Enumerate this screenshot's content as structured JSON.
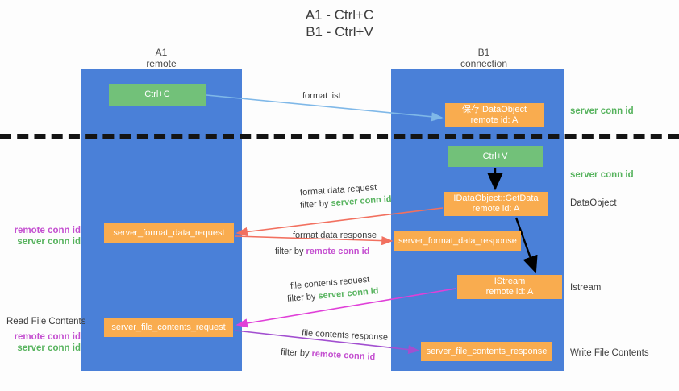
{
  "title": "A1 - Ctrl+C\nB1 - Ctrl+V",
  "columns": {
    "left": {
      "header": "A1\nremote"
    },
    "right": {
      "header": "B1\nconnection"
    }
  },
  "colors": {
    "lane": "#4a80d8",
    "green_box": "#72c179",
    "orange_box": "#f9ac4f",
    "server_conn_id": "#57b35e",
    "remote_conn_id": "#c44fd0",
    "separator": "#141414",
    "arrow_blue": "#7fb8e8",
    "arrow_red": "#f2705f",
    "arrow_magenta": "#e040d8",
    "arrow_purple": "#a24fd0",
    "arrow_black": "#000000"
  },
  "boxes": {
    "ctrl_c": "Ctrl+C",
    "idataobject": "保存IDataObject\nremote id: A",
    "ctrl_v": "Ctrl+V",
    "getdata": "IDataObject::GetData\nremote id: A",
    "server_format_data_request": "server_format_data_request",
    "server_format_data_response": "server_format_data_response",
    "istream": "IStream\nremote id: A",
    "server_file_contents_request": "server_file_contents_request",
    "server_file_contents_response": "server_file_contents_response"
  },
  "side_labels": {
    "server_conn_id_top": "server conn id",
    "server_conn_id_mid": "server conn id",
    "dataobject": "DataObject",
    "istream": "Istream",
    "write_file_contents": "Write File Contents"
  },
  "left_labels": {
    "remote_conn_id": "remote conn id",
    "server_conn_id": "server conn id",
    "read_file_contents": "Read File Contents"
  },
  "flow_labels": {
    "format_list": "format list",
    "format_data_request": "format data request",
    "format_data_request_filter_prefix": "filter by ",
    "format_data_request_filter_value": "server conn id",
    "format_data_response": "format data response",
    "format_data_response_filter_prefix": "filter by ",
    "format_data_response_filter_value": "remote conn id",
    "file_contents_request": "file contents request",
    "file_contents_request_filter_prefix": "filter by ",
    "file_contents_request_filter_value": "server conn id",
    "file_contents_response": "file contents response",
    "file_contents_response_filter_prefix": "filter by ",
    "file_contents_response_filter_value": "remote conn id"
  }
}
